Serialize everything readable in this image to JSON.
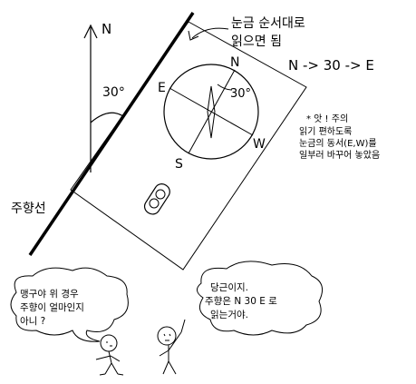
{
  "north_axis": {
    "label": "N"
  },
  "angle_label": "30°",
  "reading_note": {
    "line1": "눈금 순서대로",
    "line2": "읽으면 됨"
  },
  "reading_order": "N -> 30 -> E",
  "compass": {
    "n": "N",
    "e": "E",
    "s": "S",
    "w": "W",
    "bearing_label": "30°"
  },
  "side_note": {
    "line1": "* 앗 ! 주의",
    "line2": "읽기 편하도록",
    "line3": "눈금의 동서(E,W)를",
    "line4": "일부러 바꾸어 놓았음"
  },
  "strike_line_label": "주향선",
  "bubble_left": {
    "line1": "맹구야 위 경우",
    "line2": "주향이 얼마인지",
    "line3": "아니 ?"
  },
  "bubble_right": {
    "line1": "당근이지.",
    "line2": "주향은  N 30 E  로",
    "line3": "읽는거야."
  }
}
